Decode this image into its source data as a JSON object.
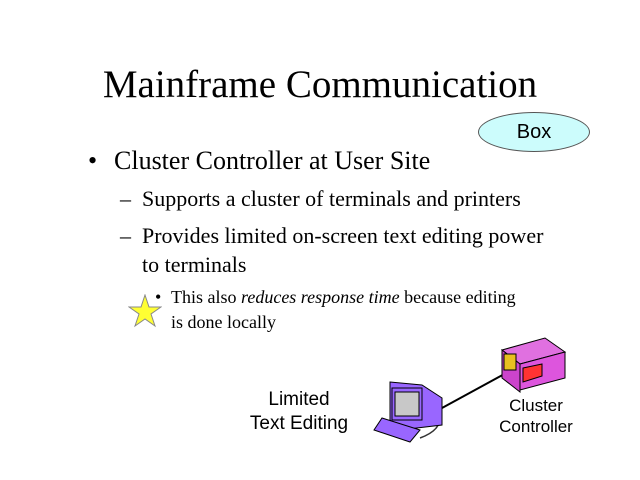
{
  "title": "Mainframe Communication",
  "callout": "Box",
  "bullets": {
    "l1": "Cluster Controller at User Site",
    "l2a": "Supports a cluster of terminals and printers",
    "l2b_1": "Provides limited on-screen text editing power",
    "l2b_2": "to terminals",
    "l3_pre": "This also ",
    "l3_em": "reduces response time",
    "l3_post": " because editing",
    "l3_2": "is done locally"
  },
  "diagram": {
    "terminal_label_1": "Limited",
    "terminal_label_2": "Text Editing",
    "controller_label_1": "Cluster",
    "controller_label_2": "Controller"
  }
}
